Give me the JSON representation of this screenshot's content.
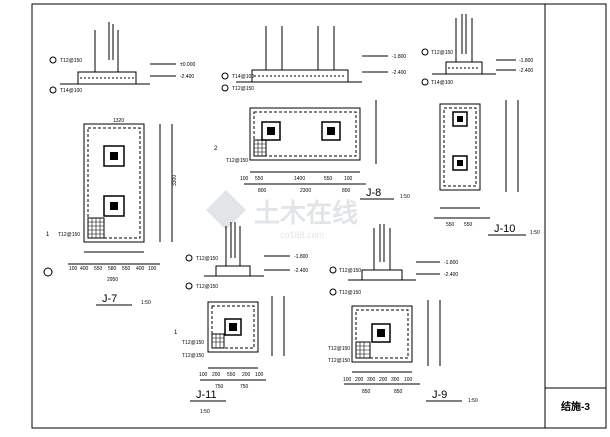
{
  "title_block": {
    "sheet_label": "结施-3"
  },
  "watermark": {
    "brand": "土木在线",
    "site": "co188.com"
  },
  "footings": {
    "j7": {
      "name": "J-7",
      "scale": "1:50",
      "sec_top": "±0.000",
      "sec_bot": "-2.400",
      "bar_top": "T12@150",
      "bar_bot": "T14@100",
      "dims_top": [
        "1320"
      ],
      "dims_bot": [
        "100",
        "400",
        "550",
        "580",
        "550",
        "400",
        "100"
      ],
      "total": "2950",
      "total2": "3300",
      "ring": "1",
      "sub_a": "T12@150"
    },
    "j8": {
      "name": "J-8",
      "scale": "1:50",
      "sec_top": "-1.800",
      "sec_bot": "-2.400",
      "bar_top": "T14@100",
      "bar_bot": "T12@150",
      "dims_bot": [
        "100",
        "550",
        "1400",
        "550",
        "100"
      ],
      "sub_bot": [
        "800",
        "2300",
        "800"
      ],
      "ring": "2",
      "sub_a": "T12@150"
    },
    "j10": {
      "name": "J-10",
      "scale": "1:50",
      "sec_top": "-1.800",
      "sec_bot": "-2.400",
      "bar_top": "T12@150",
      "bar_bot": "T14@100",
      "dims_bot": [
        "550",
        "550"
      ]
    },
    "j11": {
      "name": "J-11",
      "scale": "1:50",
      "sec_top": "-1.800",
      "sec_bot": "-2.400",
      "bar_top": "T12@150",
      "bar_bot": "T12@150",
      "dims_bot": [
        "100",
        "200",
        "550",
        "200",
        "100"
      ],
      "sub_bot": [
        "750",
        "750"
      ],
      "ring": "1",
      "sub_a": "T12@150",
      "sub_b": "T12@150"
    },
    "j9": {
      "name": "J-9",
      "scale": "1:50",
      "sec_top": "-1.800",
      "sec_bot": "-2.400",
      "bar_top": "T12@150",
      "bar_bot": "T12@150",
      "dims_bot": [
        "100",
        "200",
        "300",
        "200",
        "300",
        "100"
      ],
      "sub_bot": [
        "850",
        "850"
      ],
      "sub_a": "T12@150",
      "sub_b": "T12@150"
    }
  }
}
